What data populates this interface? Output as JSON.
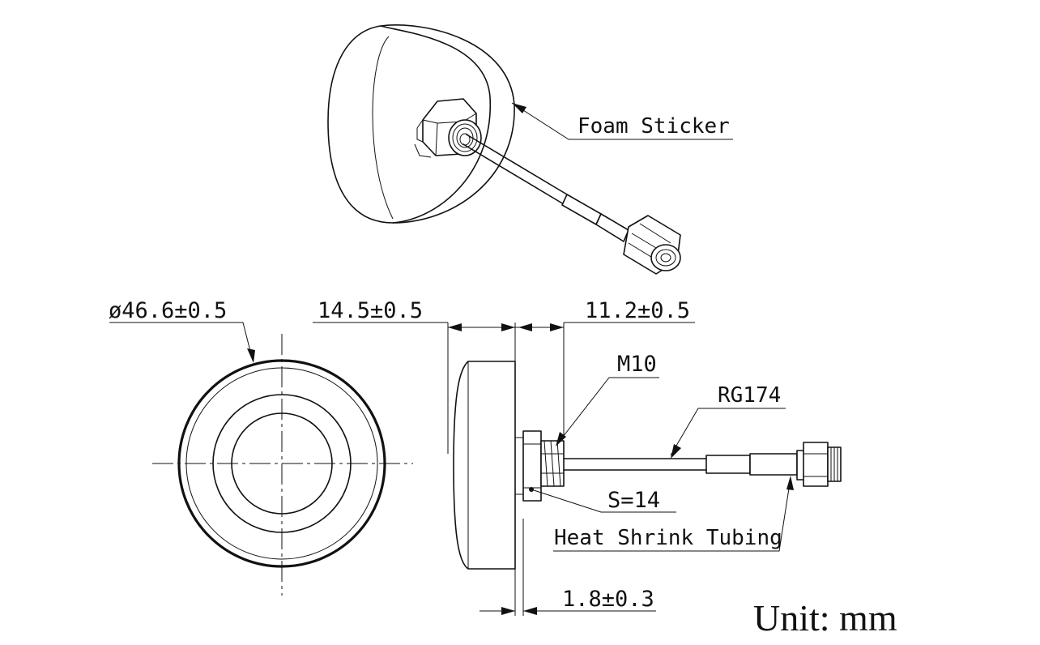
{
  "labels": {
    "foam_sticker": "Foam Sticker",
    "diameter": "ø46.6±0.5",
    "height": "14.5±0.5",
    "thread_length": "11.2±0.5",
    "thread": "M10",
    "cable": "RG174",
    "nut": "S=14",
    "heat_shrink": "Heat Shrink Tubing",
    "offset": "1.8±0.3",
    "unit": "Unit: mm"
  }
}
